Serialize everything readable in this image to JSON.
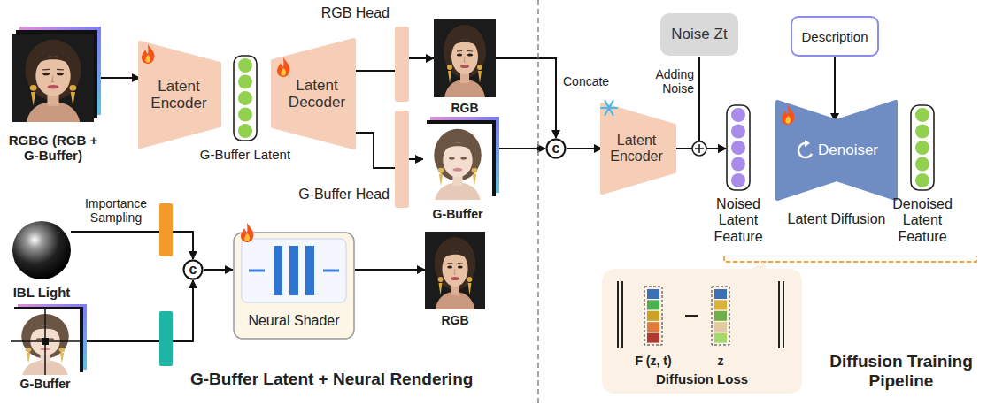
{
  "diagram": {
    "nodes": [
      {
        "text": [
          "RGBG (RGB + G-Buffer)"
        ]
      },
      {
        "text": [
          "Latent Encoder"
        ]
      },
      {
        "text": [
          "G-Buffer Latent"
        ]
      },
      {
        "text": [
          "Latent Decoder"
        ]
      },
      {
        "text": [
          "RGB Head"
        ]
      },
      {
        "text": [
          "G-Buffer Head"
        ]
      },
      {
        "text": [
          "RGB"
        ]
      },
      {
        "text": [
          "G-Buffer"
        ]
      },
      {
        "text": [
          "c"
        ]
      },
      {
        "text": [
          "Noise Zt"
        ]
      },
      {
        "text": [
          "Description"
        ]
      },
      {
        "text": [
          "Latent Encoder"
        ]
      },
      {
        "text": [
          "Noised Latent Feature"
        ]
      },
      {
        "text": [
          "Denoiser",
          "Latent Diffusion"
        ]
      },
      {
        "text": [
          "Denoised Latent Feature"
        ]
      },
      {
        "text": [
          "IBL Light"
        ]
      },
      {
        "text": [
          "c"
        ]
      },
      {
        "text": [
          "Neural Shader"
        ]
      },
      {
        "text": [
          "RGB"
        ]
      },
      {
        "text": [
          "G-Buffer"
        ]
      },
      {
        "text": [
          "F (z, t)",
          "z",
          "Diffusion Loss"
        ]
      }
    ],
    "edges": [
      {
        "from": 0,
        "to": 1,
        "arrow": "to"
      },
      {
        "from": 3,
        "to": 4,
        "arrow": "none"
      },
      {
        "from": 3,
        "to": 5,
        "arrow": "none"
      },
      {
        "from": 4,
        "to": 6,
        "arrow": "to"
      },
      {
        "from": 5,
        "to": 7,
        "arrow": "to"
      },
      {
        "from": 6,
        "to": 8,
        "label": "Concate",
        "arrow": "to"
      },
      {
        "from": 7,
        "to": 8,
        "arrow": "to"
      },
      {
        "from": 8,
        "to": 11,
        "arrow": "to"
      },
      {
        "from": 11,
        "to": 12,
        "arrow": "to"
      },
      {
        "from": 9,
        "to": 12,
        "label": "Adding Noise",
        "arrow": "to"
      },
      {
        "from": 10,
        "to": 13,
        "arrow": "to"
      },
      {
        "from": 15,
        "to": 16,
        "label": "Importance Sampling",
        "arrow": "to"
      },
      {
        "from": 19,
        "to": 16,
        "arrow": "to"
      },
      {
        "from": 16,
        "to": 17,
        "arrow": "to"
      },
      {
        "from": 17,
        "to": 18,
        "arrow": "to"
      }
    ],
    "labels": [
      "G-Buffer Latent + Neural Rendering",
      "Diffusion Training Pipeline"
    ]
  }
}
